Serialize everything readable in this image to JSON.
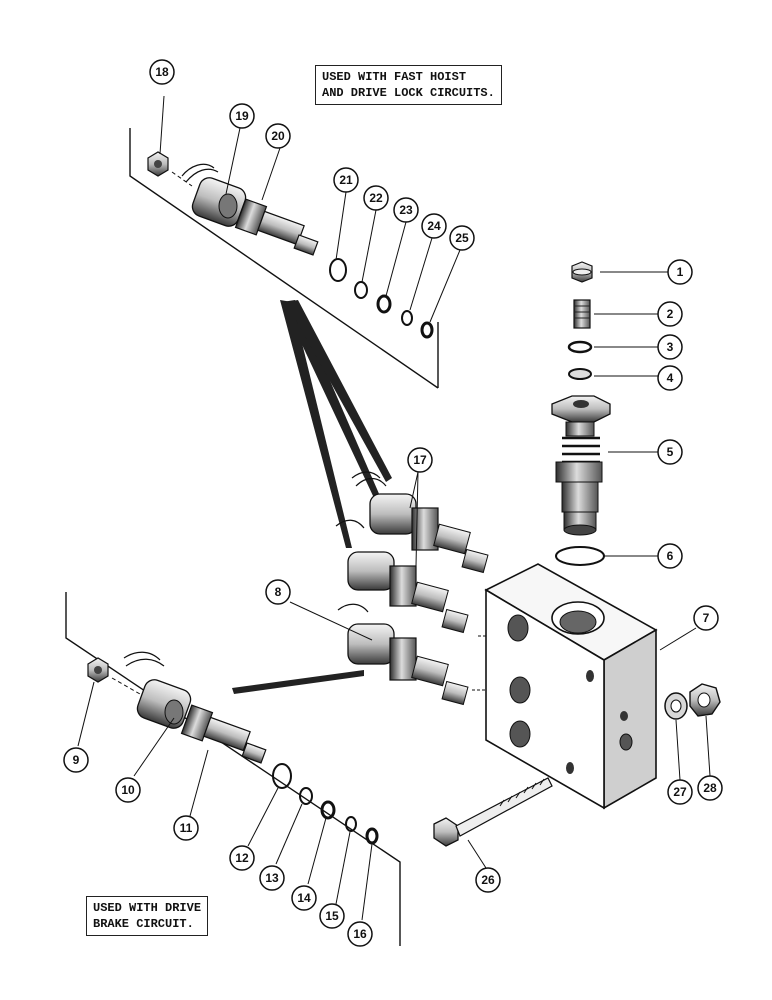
{
  "notes": {
    "fast_hoist": {
      "line1": "USED WITH FAST HOIST",
      "line2": "AND DRIVE LOCK CIRCUITS."
    },
    "drive_brake": {
      "line1": "USED WITH DRIVE",
      "line2": "BRAKE CIRCUIT."
    }
  },
  "callouts": [
    "1",
    "2",
    "3",
    "4",
    "5",
    "6",
    "7",
    "8",
    "9",
    "10",
    "11",
    "12",
    "13",
    "14",
    "15",
    "16",
    "17",
    "18",
    "19",
    "20",
    "21",
    "22",
    "23",
    "24",
    "25",
    "26",
    "27",
    "28"
  ],
  "colors": {
    "ink": "#111111",
    "paper": "#ffffff",
    "shade": "#555555"
  }
}
